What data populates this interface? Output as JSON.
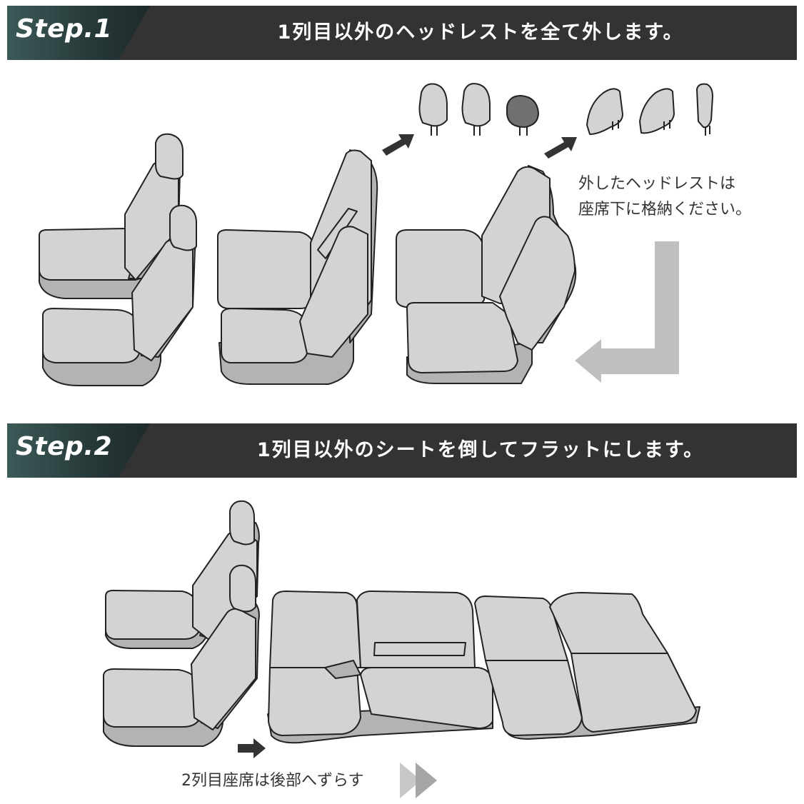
{
  "step1": {
    "label": "Step.1",
    "title": "1列目以外のヘッドレストを全て外します。",
    "note_line1": "外したヘッドレストは",
    "note_line2": "座席下に格納ください。"
  },
  "step2": {
    "label": "Step.2",
    "title": "1列目以外のシートを倒してフラットにします。",
    "caption": "2列目座席は後部へずらす"
  },
  "colors": {
    "banner": "#333333",
    "seat_fill": "#d3d3d3",
    "seat_shade": "#b3b3b3",
    "outline": "#222222",
    "arrow_gray": "#bfbfbf",
    "arrow_dark": "#333333"
  }
}
